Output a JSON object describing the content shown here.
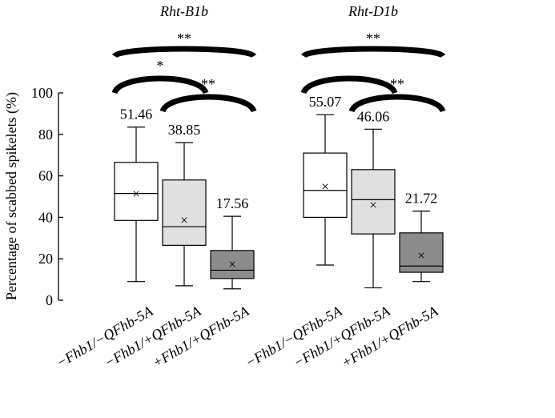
{
  "chart_data": {
    "type": "box",
    "ylabel": "Percentage of scabbed spikelets (%)",
    "ylim": [
      0,
      100
    ],
    "yticks": [
      0,
      20,
      40,
      60,
      80,
      100
    ],
    "groups": [
      {
        "title": "Rht-B1b",
        "boxes": [
          {
            "label": "−Fhb1/−QFhb-5A",
            "min": 9,
            "q1": 38.5,
            "median": 51.5,
            "q3": 66.5,
            "max": 83.5,
            "mean": 51.46,
            "mean_label": "51.46",
            "fill": "#ffffff"
          },
          {
            "label": "−Fhb1/+QFhb-5A",
            "min": 7,
            "q1": 26.5,
            "median": 35.5,
            "q3": 58,
            "max": 76,
            "mean": 38.85,
            "mean_label": "38.85",
            "fill": "#e0e0e0"
          },
          {
            "label": "+Fhb1/+QFhb-5A",
            "min": 5.5,
            "q1": 10.5,
            "median": 14.5,
            "q3": 24,
            "max": 40.5,
            "mean": 17.56,
            "mean_label": "17.56",
            "fill": "#8c8c8c"
          }
        ],
        "significance": [
          {
            "from": 0,
            "to": 2,
            "label": "**"
          },
          {
            "from": 0,
            "to": 1,
            "label": "*"
          },
          {
            "from": 1,
            "to": 2,
            "label": "**"
          }
        ]
      },
      {
        "title": "Rht-D1b",
        "boxes": [
          {
            "label": "−Fhb1/−QFhb-5A",
            "min": 17,
            "q1": 40,
            "median": 53,
            "q3": 71,
            "max": 89.5,
            "mean": 55.07,
            "mean_label": "55.07",
            "fill": "#ffffff"
          },
          {
            "label": "−Fhb1/+QFhb-5A",
            "min": 6,
            "q1": 32,
            "median": 48.5,
            "q3": 63,
            "max": 82.5,
            "mean": 46.06,
            "mean_label": "46.06",
            "fill": "#e0e0e0"
          },
          {
            "label": "+Fhb1/+QFhb-5A",
            "min": 9,
            "q1": 13.5,
            "median": 16.5,
            "q3": 32.5,
            "max": 43,
            "mean": 21.72,
            "mean_label": "21.72",
            "fill": "#8c8c8c"
          }
        ],
        "significance": [
          {
            "from": 0,
            "to": 2,
            "label": "**"
          },
          {
            "from": 0,
            "to": 1,
            "label": ""
          },
          {
            "from": 1,
            "to": 2,
            "label": "**"
          }
        ]
      }
    ],
    "mean_marker": "×",
    "grid": false
  }
}
